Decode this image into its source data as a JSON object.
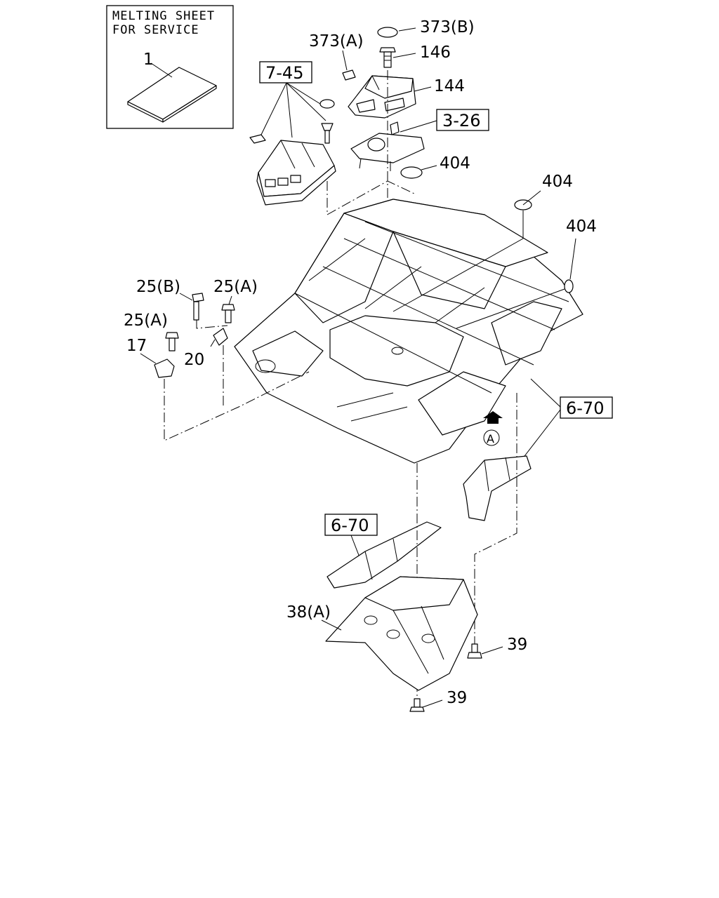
{
  "note": {
    "line1": "MELTING SHEET",
    "line2": "FOR SERVICE"
  },
  "callouts": {
    "p1": "1",
    "p373b": "373(B)",
    "p373a": "373(A)",
    "p146": "146",
    "p144": "144",
    "p404_a": "404",
    "p404_b": "404",
    "p404_c": "404",
    "p25b": "25(B)",
    "p25a_1": "25(A)",
    "p25a_2": "25(A)",
    "p17": "17",
    "p20": "20",
    "p38a": "38(A)",
    "p39_a": "39",
    "p39_b": "39"
  },
  "refs": {
    "r745": "7-45",
    "r326": "3-26",
    "r670_a": "6-70",
    "r670_b": "6-70"
  },
  "view_marker": "A"
}
